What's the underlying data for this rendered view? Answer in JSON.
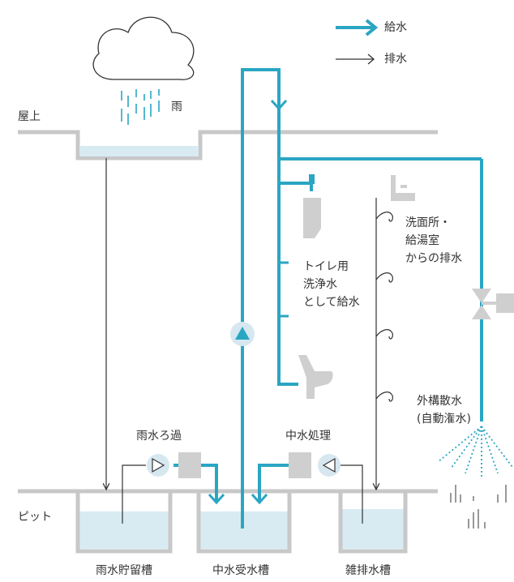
{
  "legend": {
    "supply": "給水",
    "drain": "排水"
  },
  "labels": {
    "roof": "屋上",
    "rain": "雨",
    "pit": "ピット",
    "toilet_lines": [
      "トイレ用",
      "洗浄水",
      "として給水"
    ],
    "sink_lines": [
      "洗面所・",
      "給湯室",
      "からの排水"
    ],
    "sprinkler_lines": [
      "外構散水",
      "(自動潅水)"
    ],
    "rain_filter": "雨水ろ過",
    "grey_treat": "中水処理"
  },
  "tanks": {
    "rainwater": "雨水貯留槽",
    "greywater": "中水受水槽",
    "drainage": "雑排水槽"
  },
  "colors": {
    "supply": "#2aa6c3",
    "drain": "#333333",
    "structure": "#c8c8c8",
    "water": "#d8ebf3",
    "fixture": "#cfcfcf",
    "pump_bg": "#d6e7f0"
  },
  "icons": [
    "cloud-icon",
    "rain-icon",
    "urinal-icon",
    "toilet-icon",
    "sink-icon",
    "valve-icon",
    "sprinkler-icon",
    "pump-icon",
    "filter-icon"
  ]
}
